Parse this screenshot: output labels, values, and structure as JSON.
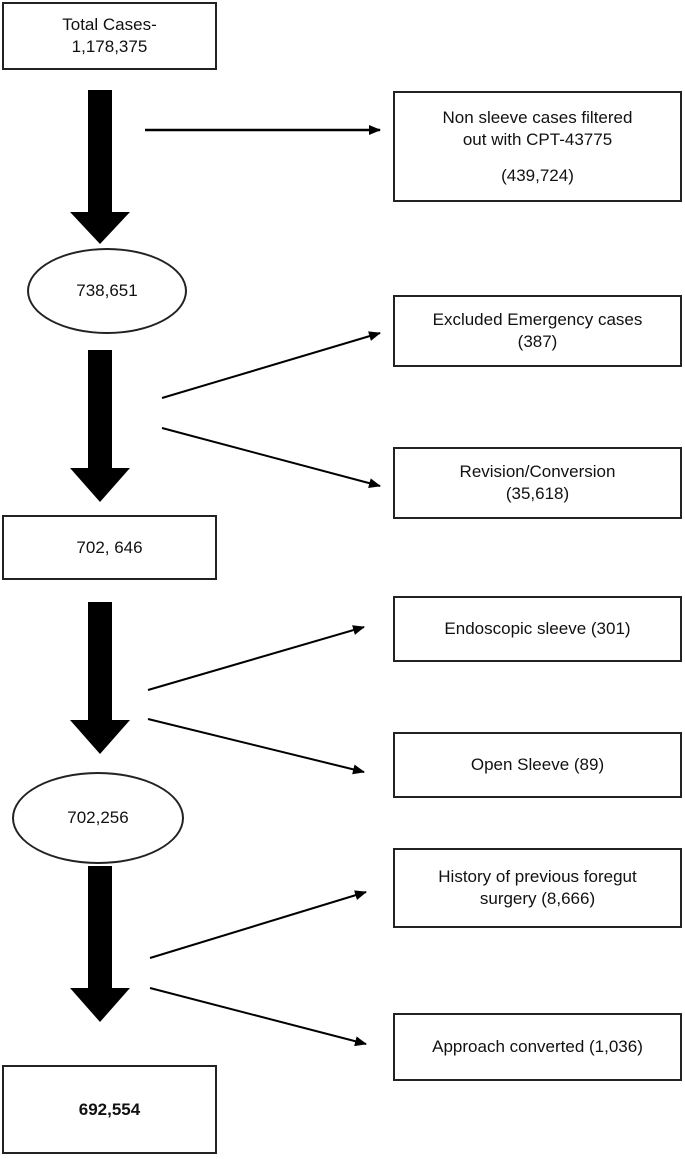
{
  "main_flow": {
    "total_label": "Total Cases-",
    "total_value": "1,178,375",
    "step1": "738,651",
    "step2": "702, 646",
    "step3": "702,256",
    "final": "692,554"
  },
  "exclusions": {
    "non_sleeve": {
      "line1": "Non sleeve cases filtered",
      "line2": "out with CPT-43775",
      "count": "(439,724)"
    },
    "emergency": {
      "line1": "Excluded Emergency cases",
      "count": "(387)"
    },
    "revision": {
      "line1": "Revision/Conversion",
      "count": "(35,618)"
    },
    "endoscopic": {
      "label": "Endoscopic sleeve (301)"
    },
    "open_sleeve": {
      "label": "Open Sleeve (89)"
    },
    "foregut": {
      "line1": "History of previous foregut",
      "line2": "surgery (8,666)"
    },
    "approach": {
      "label": "Approach converted (1,036)"
    }
  }
}
